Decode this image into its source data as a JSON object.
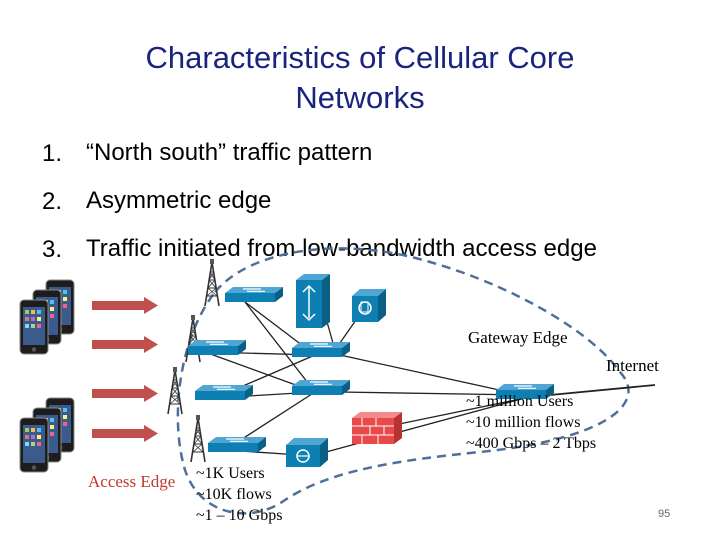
{
  "slide": {
    "title_line1": "Characteristics of Cellular Core",
    "title_line2": "Networks",
    "bullets": [
      {
        "num": "1.",
        "text": "“North south” traffic pattern"
      },
      {
        "num": "2.",
        "text": "Asymmetric edge"
      },
      {
        "num": "3.",
        "text": "Traffic initiated from low-bandwidth access edge"
      }
    ],
    "page_number": "95"
  },
  "diagram": {
    "gateway_label": "Gateway Edge",
    "internet_label": "Internet",
    "access_label": "Access Edge",
    "core_stats": [
      "~1 million Users",
      "~10 million flows",
      "~400 Gbps – 2 Tbps"
    ],
    "access_stats": [
      "~1K Users",
      "~10K flows",
      "~1 – 10 Gbps"
    ],
    "colors": {
      "title": "#1a237e",
      "device_blue": "#0e7fb3",
      "arrow_red": "#c0504d",
      "firewall_red": "#e84a4a",
      "dashed_outline": "#4f6f9a"
    },
    "icons": [
      "cell-tower-icon",
      "smartphone-icon",
      "switch-icon",
      "router-icon",
      "firewall-icon",
      "load-balancer-icon",
      "gateway-switch-icon"
    ]
  }
}
